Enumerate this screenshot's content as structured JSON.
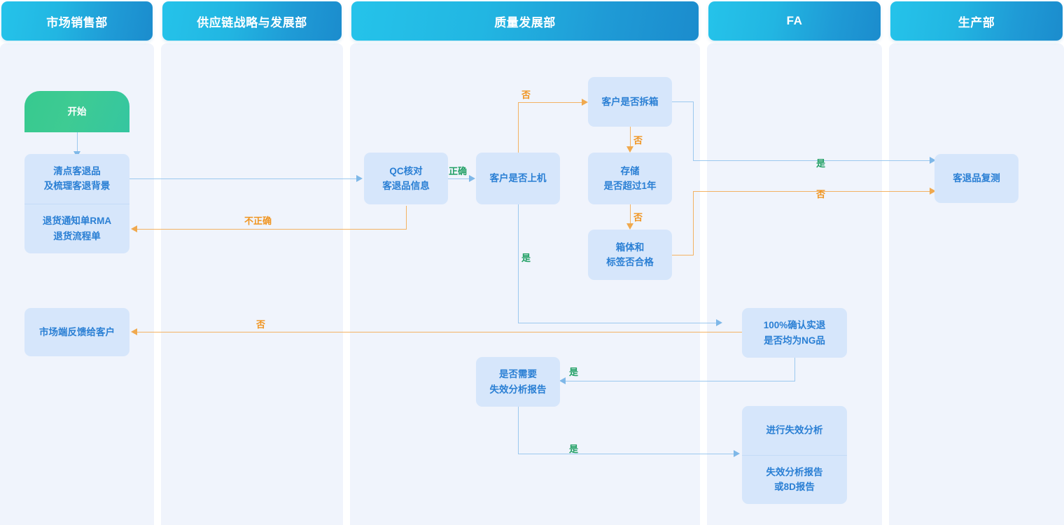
{
  "lanes": [
    {
      "id": "market-sales",
      "title": "市场销售部"
    },
    {
      "id": "supply-chain",
      "title": "供应链战略与发展部"
    },
    {
      "id": "quality-dev",
      "title": "质量发展部"
    },
    {
      "id": "fa",
      "title": "FA"
    },
    {
      "id": "production",
      "title": "生产部"
    }
  ],
  "nodes": {
    "start": {
      "label": "开始"
    },
    "count_returns": {
      "label": "清点客退品\n及梳理客退背景"
    },
    "rma_form": {
      "label": "退货通知单RMA\n退货流程单"
    },
    "market_feedback": {
      "label": "市场端反馈给客户"
    },
    "qc_check": {
      "label": "QC核对\n客退品信息"
    },
    "customer_onboard": {
      "label": "客户是否上机"
    },
    "unboxed": {
      "label": "客户是否拆箱"
    },
    "storage_over_1y": {
      "label": "存储\n是否超过1年"
    },
    "box_label_ok": {
      "label": "箱体和\n标签否合格"
    },
    "retest": {
      "label": "客退品复测"
    },
    "confirm_ng": {
      "label": "100%确认实退\n是否均为NG品"
    },
    "need_fa_report": {
      "label": "是否需要\n失效分析报告"
    },
    "do_fa": {
      "label": "进行失效分析"
    },
    "fa_report": {
      "label": "失效分析报告\n或8D报告"
    }
  },
  "edge_labels": {
    "qc_correct": "正确",
    "qc_incorrect": "不正确",
    "onboard_no": "否",
    "onboard_yes": "是",
    "unboxed_no": "否",
    "unboxed_yes": "是",
    "storage_no": "否",
    "box_label_no": "否",
    "confirm_ng_no": "否",
    "need_report_yes": "是",
    "do_fa_yes": "是"
  },
  "colors": {
    "header_gradient_start": "#25c3ea",
    "header_gradient_end": "#1b8ccd",
    "lane_background": "#f0f4fc",
    "node_fill": "#d6e6fb",
    "node_text": "#2a7fd4",
    "start_fill": "#37c98f",
    "edge_blue": "#9cc8ef",
    "edge_orange": "#f3b263",
    "label_green": "#22a065",
    "label_orange": "#f0941f"
  }
}
